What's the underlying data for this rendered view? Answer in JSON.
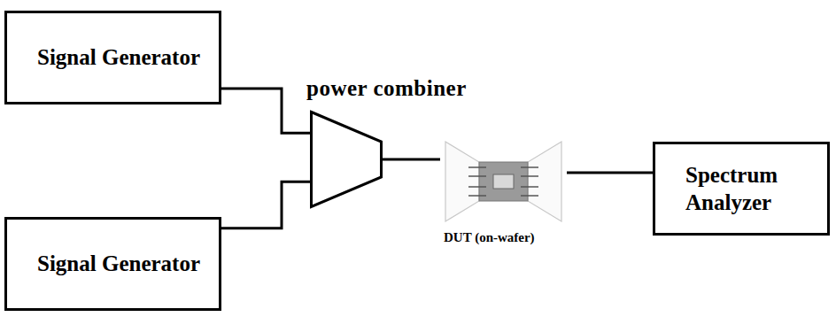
{
  "diagram": {
    "nodes": [
      {
        "text": [
          "Signal Generator"
        ]
      },
      {
        "text": [
          "Signal Generator"
        ]
      },
      {
        "text": [
          "power combiner"
        ]
      },
      {
        "text": [
          "DUT (on-wafer)"
        ]
      },
      {
        "text": [
          "Spectrum Analyzer"
        ]
      }
    ],
    "edges": [
      {
        "from": 0,
        "to": 2,
        "arrow": "none"
      },
      {
        "from": 1,
        "to": 2,
        "arrow": "none"
      },
      {
        "from": 2,
        "to": 3,
        "arrow": "none"
      },
      {
        "from": 3,
        "to": 4,
        "arrow": "none"
      }
    ]
  }
}
